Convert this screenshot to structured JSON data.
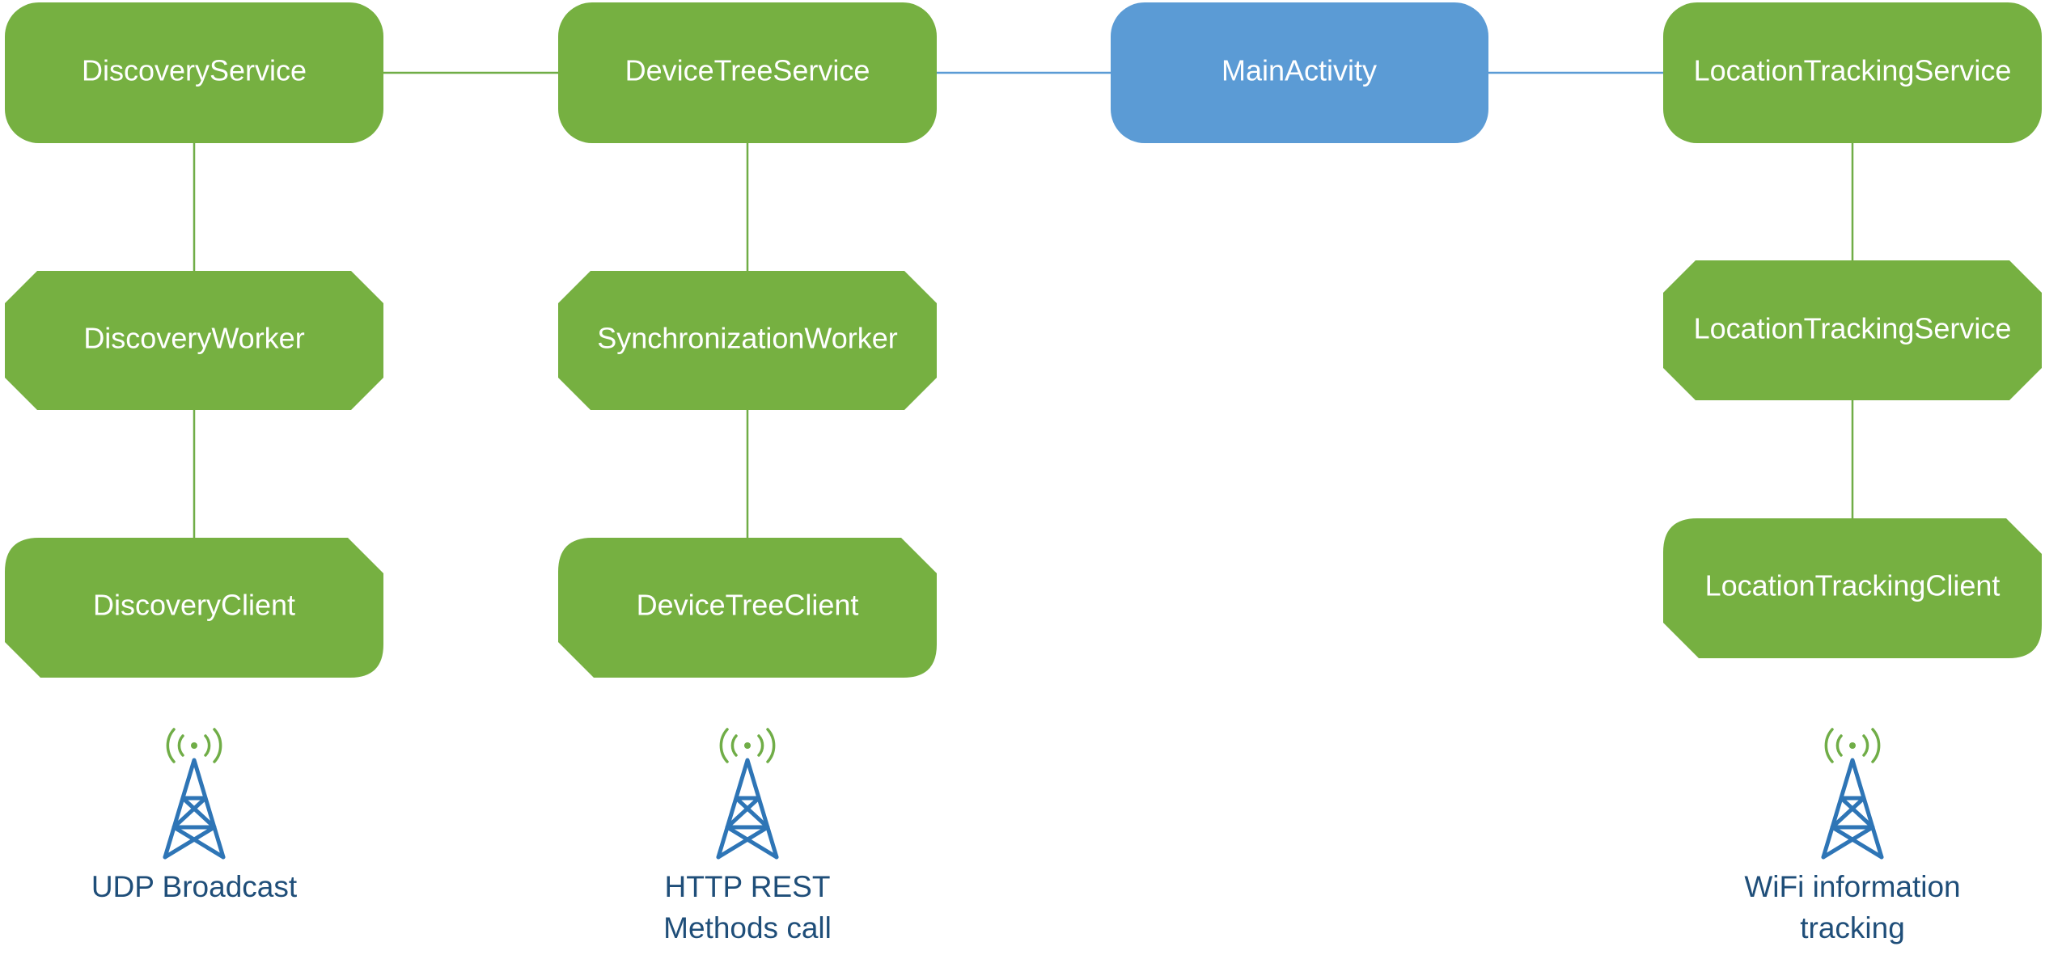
{
  "colors": {
    "node_green": "#76b041",
    "node_blue": "#5b9bd5",
    "connector_green": "#70ad47",
    "connector_blue": "#5b9bd5",
    "tower_body": "#2e75b6",
    "tower_waves": "#70ad47",
    "caption_text": "#1f4e79"
  },
  "nodes": {
    "discovery_service": {
      "label": "DiscoveryService",
      "shape": "rounded-rectangle"
    },
    "device_tree_service": {
      "label": "DeviceTreeService",
      "shape": "rounded-rectangle"
    },
    "main_activity": {
      "label": "MainActivity",
      "shape": "rounded-rectangle"
    },
    "location_tracking_service": {
      "label": "LocationTrackingService",
      "shape": "rounded-rectangle"
    },
    "discovery_worker": {
      "label": "DiscoveryWorker",
      "shape": "octagon"
    },
    "synchronization_worker": {
      "label": "SynchronizationWorker",
      "shape": "octagon"
    },
    "location_tracking_service_worker": {
      "label": "LocationTrackingService",
      "shape": "octagon"
    },
    "discovery_client": {
      "label": "DiscoveryClient",
      "shape": "snipped-rounded-rectangle"
    },
    "device_tree_client": {
      "label": "DeviceTreeClient",
      "shape": "snipped-rounded-rectangle"
    },
    "location_tracking_client": {
      "label": "LocationTrackingClient",
      "shape": "snipped-rounded-rectangle"
    }
  },
  "captions": {
    "udp": {
      "icon": "radio-tower-icon",
      "lines": [
        "UDP Broadcast"
      ]
    },
    "http": {
      "icon": "radio-tower-icon",
      "lines": [
        "HTTP REST",
        "Methods call"
      ]
    },
    "wifi": {
      "icon": "radio-tower-icon",
      "lines": [
        "WiFi information",
        "tracking"
      ]
    }
  }
}
